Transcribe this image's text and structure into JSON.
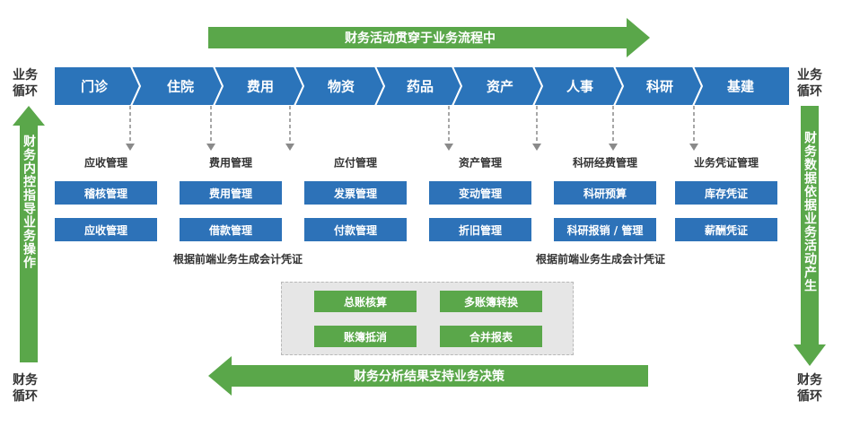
{
  "top_arrow_label": "财务活动贯穿于业务流程中",
  "bottom_arrow_label": "财务分析结果支持业务决策",
  "left_arrow_label": "财务内控指导业务操作",
  "right_arrow_label": "财务数据依据业务活动产生",
  "corners": {
    "top_left": [
      "业务",
      "循环"
    ],
    "top_right": [
      "业务",
      "循环"
    ],
    "bottom_left": [
      "财务",
      "循环"
    ],
    "bottom_right": [
      "财务",
      "循环"
    ]
  },
  "process_steps": [
    "门诊",
    "住院",
    "费用",
    "物资",
    "药品",
    "资产",
    "人事",
    "科研",
    "基建"
  ],
  "modules": [
    {
      "title": "应收管理",
      "items": [
        "稽核管理",
        "应收管理"
      ]
    },
    {
      "title": "费用管理",
      "items": [
        "费用管理",
        "借款管理"
      ]
    },
    {
      "title": "应付管理",
      "items": [
        "发票管理",
        "付款管理"
      ]
    },
    {
      "title": "资产管理",
      "items": [
        "变动管理",
        "折旧管理"
      ]
    },
    {
      "title": "科研经费管理",
      "items": [
        "科研预算",
        "科研报销 / 管理"
      ]
    },
    {
      "title": "业务凭证管理",
      "items": [
        "库存凭证",
        "薪酬凭证"
      ]
    }
  ],
  "voucher_notes": [
    "根据前端业务生成会计凭证",
    "根据前端业务生成会计凭证"
  ],
  "ledger_functions": [
    "总账核算",
    "多账簿转换",
    "账簿抵消",
    "合并报表"
  ],
  "colors": {
    "chevron_blue": "#2b74ba",
    "box_blue": "#2d72b8",
    "arrow_green": "#5aa74a",
    "panel_gray": "#e6e6e6"
  }
}
